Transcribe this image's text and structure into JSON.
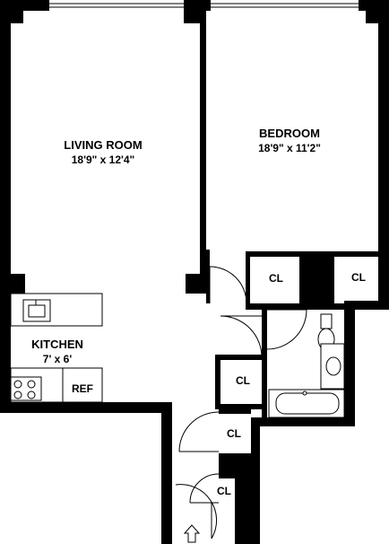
{
  "rooms": {
    "living": {
      "name": "LIVING ROOM",
      "dims": "18'9\" x 12'4\""
    },
    "bedroom": {
      "name": "BEDROOM",
      "dims": "18'9\" x 11'2\""
    },
    "kitchen": {
      "name": "KITCHEN",
      "dims": "7' x 6'"
    }
  },
  "closets": [
    "CL",
    "CL",
    "CL",
    "CL",
    "CL"
  ],
  "appliances": {
    "ref": "REF"
  },
  "colors": {
    "wall": "#000000",
    "background": "#ffffff"
  },
  "icons": {
    "entry": "entry-arrow-icon"
  }
}
